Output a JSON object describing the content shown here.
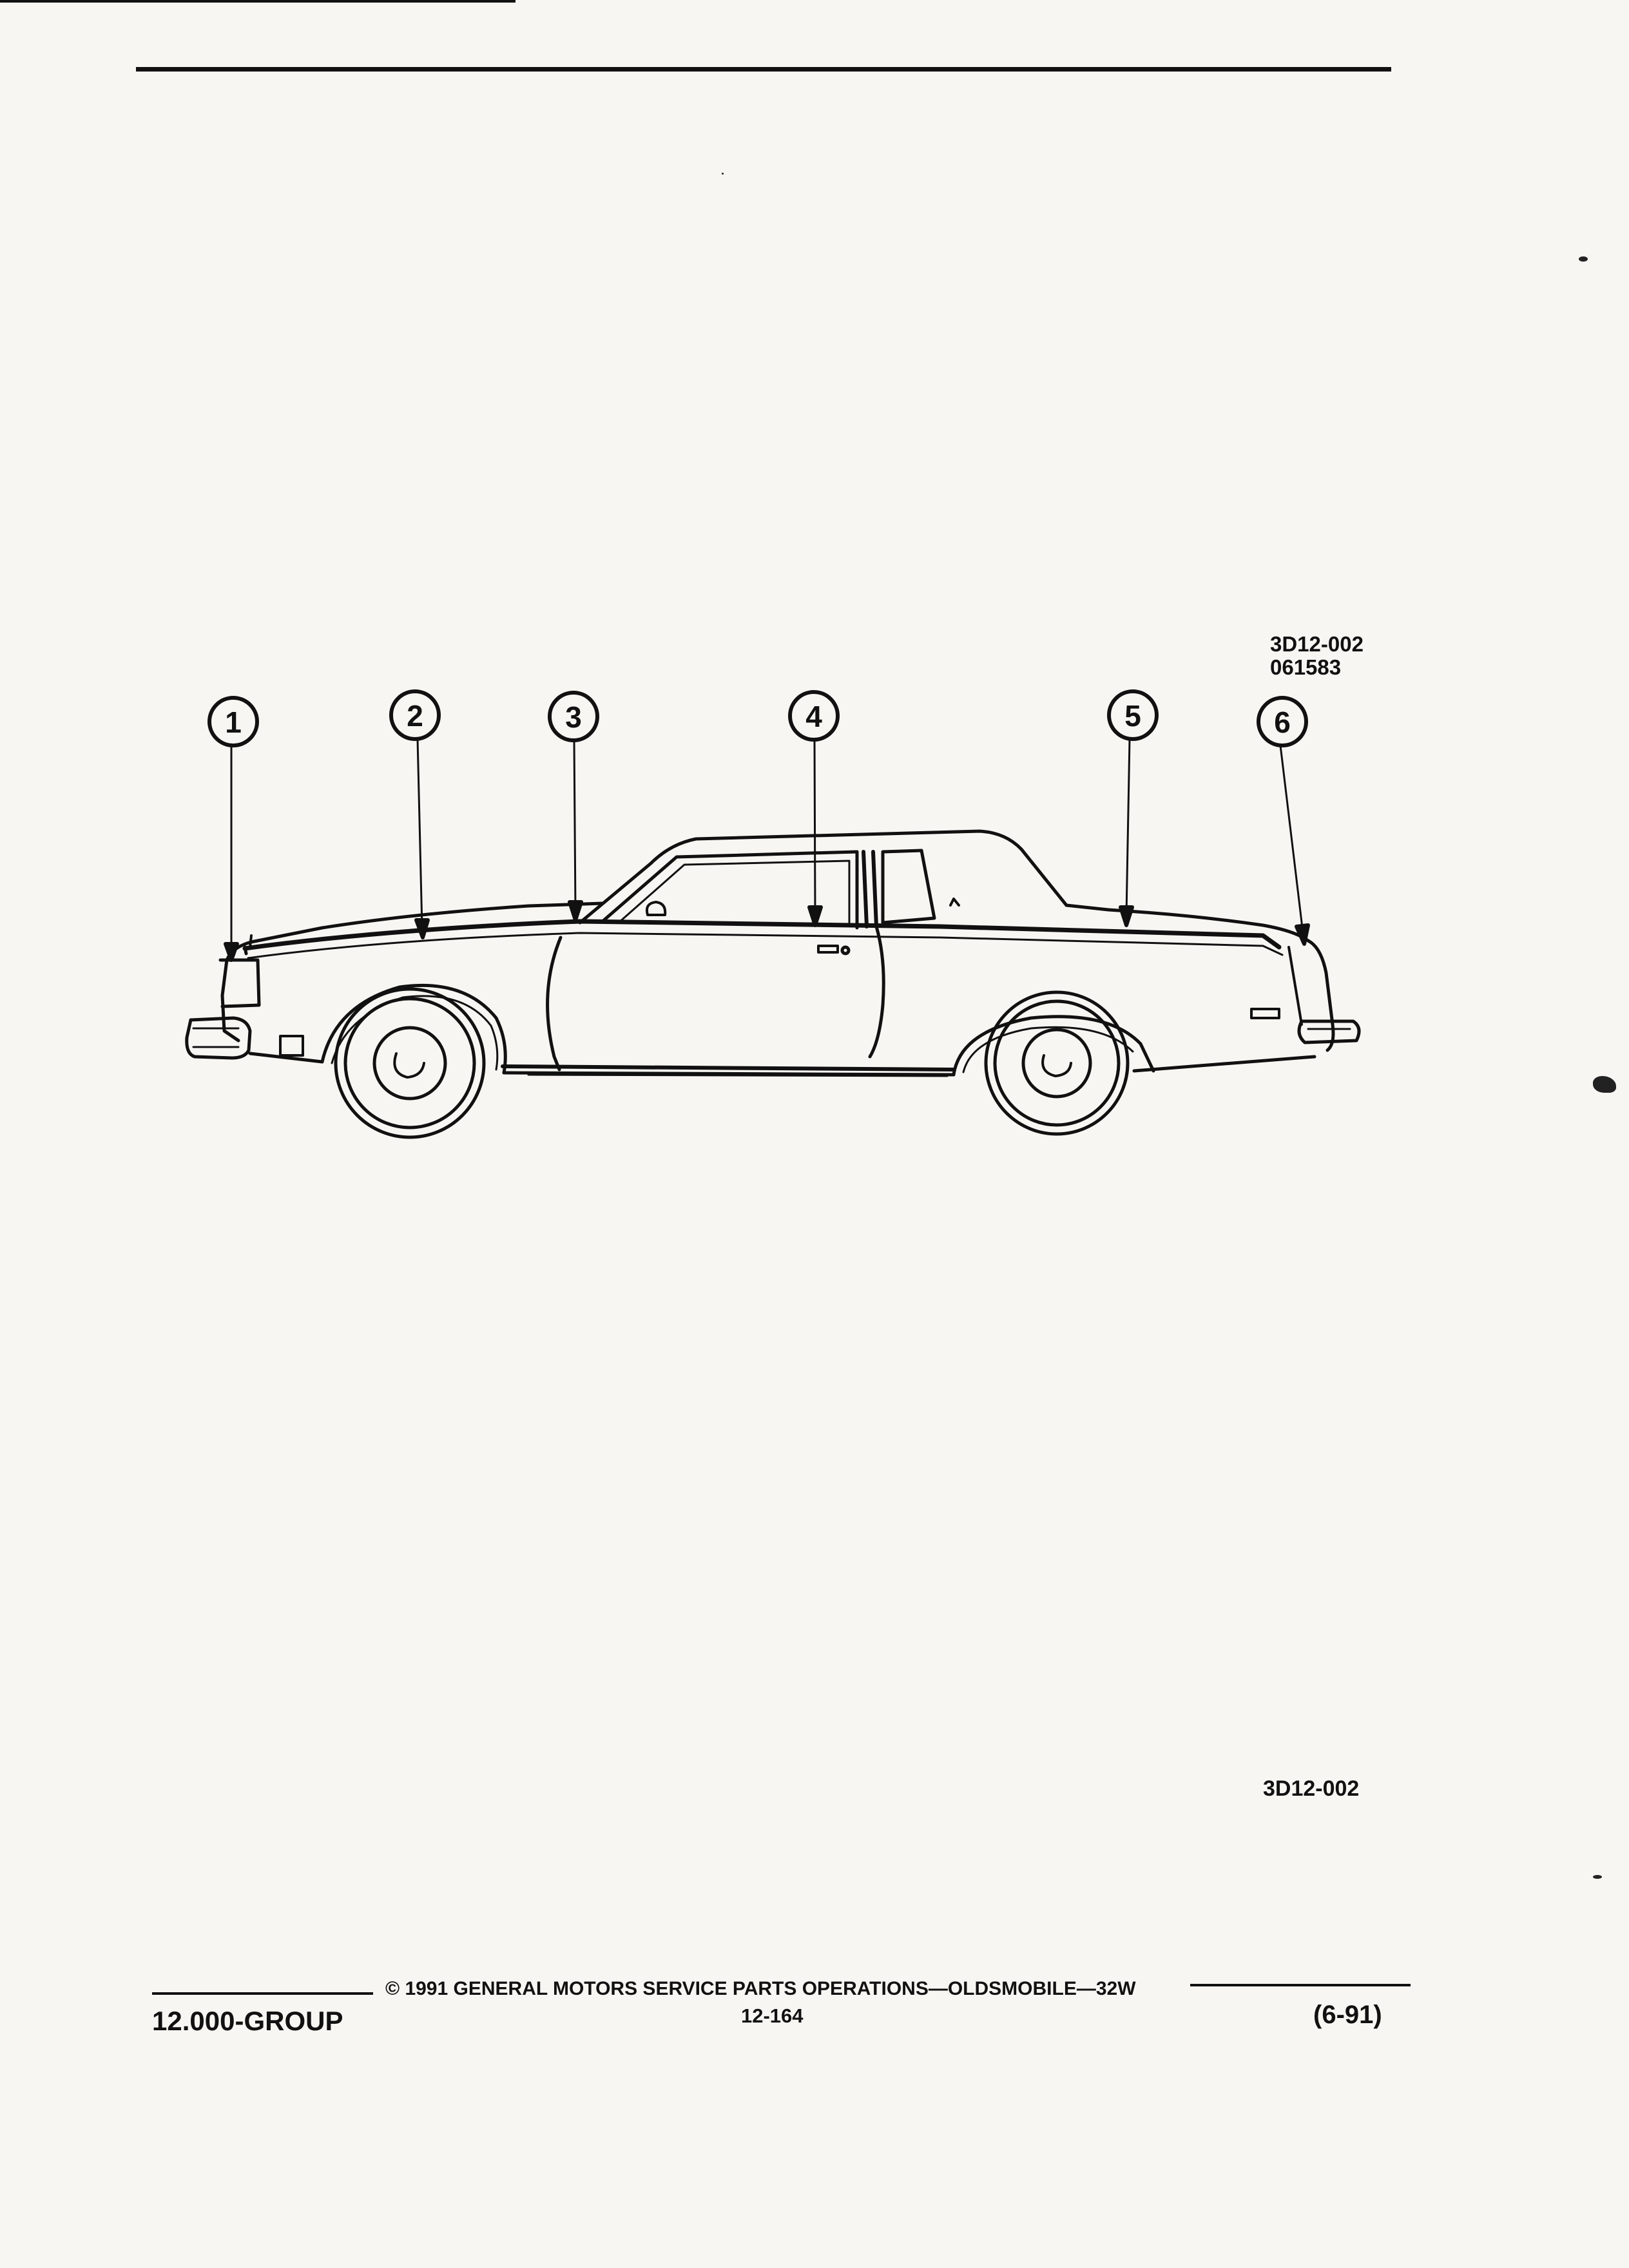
{
  "figure": {
    "code_line1": "3D12-002",
    "code_line2": "061583",
    "id_label": "3D12-002"
  },
  "callouts": [
    "1",
    "2",
    "3",
    "4",
    "5",
    "6"
  ],
  "footer": {
    "group": "12.000-GROUP",
    "copyright": "© 1991 GENERAL MOTORS SERVICE PARTS OPERATIONS—OLDSMOBILE—32W",
    "page": "12-164",
    "date": "(6-91)"
  }
}
